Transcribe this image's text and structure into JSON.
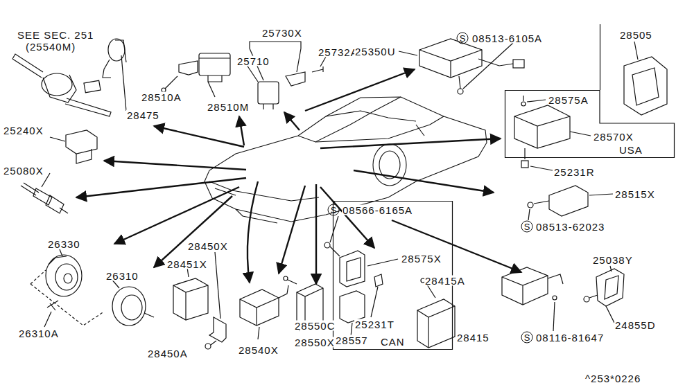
{
  "diagram": {
    "nodes": [
      {
        "text": [
          "28505"
        ]
      },
      {
        "text": [
          "USA"
        ]
      },
      {
        "text": [
          "CAN"
        ]
      }
    ],
    "labels": [
      "SEE SEC. 251",
      "(25540M)",
      "28475",
      "28510A",
      "28510M",
      "25730X",
      "25710",
      "25732A",
      "25350U",
      "S",
      "08513-6105A",
      "28575A",
      "28570X",
      "25231R",
      "28515X",
      "S",
      "08513-62023",
      "25240X",
      "25080X",
      "26330",
      "26310",
      "26310A",
      "28450X",
      "28451X",
      "28450A",
      "28540X",
      "28550C",
      "28550X",
      "S",
      "08566-6165A",
      "28575X",
      "25231T",
      "28557",
      "28415A",
      "28415",
      "S",
      "08116-81647",
      "25038Y",
      "24855D",
      "^253*0226"
    ]
  }
}
